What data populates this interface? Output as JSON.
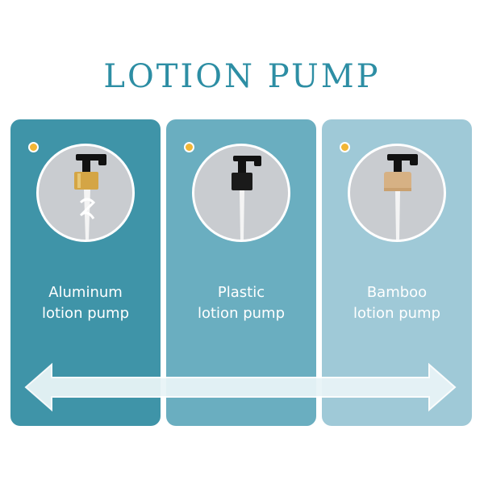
{
  "title": "LOTION PUMP",
  "panels": [
    {
      "line1": "Aluminum",
      "line2": "lotion pump",
      "collar_color": "#d4a545",
      "coin_icon": "gold-coin-icon"
    },
    {
      "line1": "Plastic",
      "line2": "lotion pump",
      "collar_color": "#1a1a1a",
      "coin_icon": "gold-coin-icon"
    },
    {
      "line1": "Bamboo",
      "line2": "lotion pump",
      "collar_color": "#d6b184",
      "coin_icon": "gold-coin-icon"
    }
  ],
  "colors": {
    "title": "#2d8ea4",
    "panel1": "#3f94a8",
    "panel2": "#6aaec0",
    "panel3": "#9fc9d7"
  }
}
